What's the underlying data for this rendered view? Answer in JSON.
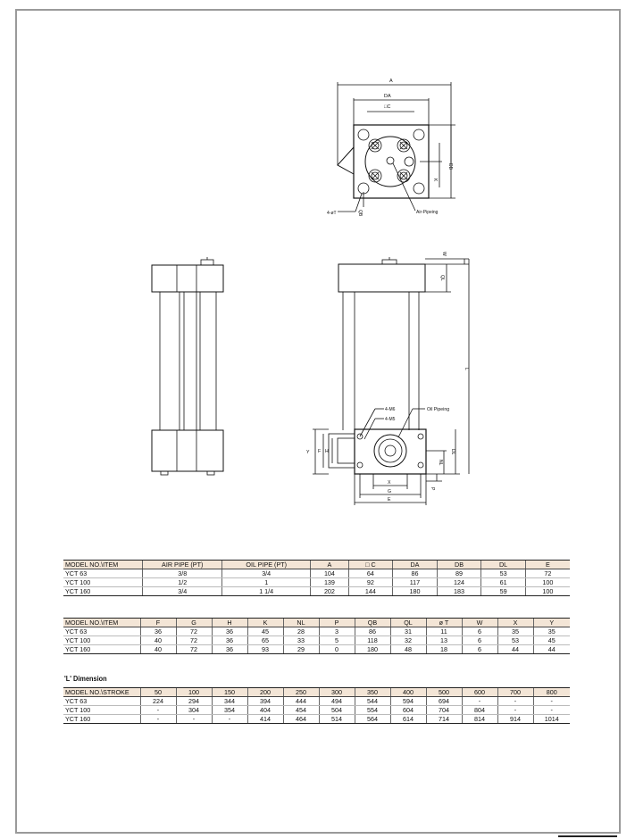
{
  "drawing": {
    "top_view": {
      "A": "A",
      "DA": "DA",
      "C": "□C",
      "DB": "DB",
      "K": "K",
      "QB": "QB",
      "T": "4-øT",
      "air": "Air-Pipeing"
    },
    "front_view": {
      "W": "W",
      "QL": "QL",
      "L": "L",
      "M6": "4-M6",
      "M5": "4-M5",
      "oil": "Oil Pipeing",
      "Y": "Y",
      "F": "F",
      "H": "H",
      "NL": "NL",
      "DL": "DL",
      "X": "X",
      "G": "G",
      "E": "E",
      "P": "P"
    }
  },
  "table1": {
    "headers": [
      "MODEL NO.\\ITEM",
      "AIR PIPE (PT)",
      "OIL PIPE (PT)",
      "A",
      "□ C",
      "DA",
      "DB",
      "DL",
      "E"
    ],
    "rows": [
      [
        "YCT 63",
        "3/8",
        "3/4",
        "104",
        "64",
        "86",
        "89",
        "53",
        "72"
      ],
      [
        "YCT 100",
        "1/2",
        "1",
        "139",
        "92",
        "117",
        "124",
        "61",
        "100"
      ],
      [
        "YCT 160",
        "3/4",
        "1 1/4",
        "202",
        "144",
        "180",
        "183",
        "59",
        "100"
      ]
    ]
  },
  "table2": {
    "headers": [
      "MODEL NO.\\ITEM",
      "F",
      "G",
      "H",
      "K",
      "NL",
      "P",
      "QB",
      "QL",
      "ø T",
      "W",
      "X",
      "Y"
    ],
    "rows": [
      [
        "YCT 63",
        "36",
        "72",
        "36",
        "45",
        "28",
        "3",
        "86",
        "31",
        "11",
        "6",
        "35",
        "35"
      ],
      [
        "YCT 100",
        "40",
        "72",
        "36",
        "65",
        "33",
        "5",
        "118",
        "32",
        "13",
        "6",
        "53",
        "45"
      ],
      [
        "YCT 160",
        "40",
        "72",
        "36",
        "93",
        "29",
        "0",
        "180",
        "48",
        "18",
        "6",
        "44",
        "44"
      ]
    ]
  },
  "section_title": "'L' Dimension",
  "table3": {
    "headers": [
      "MODEL NO.\\STROKE",
      "50",
      "100",
      "150",
      "200",
      "250",
      "300",
      "350",
      "400",
      "500",
      "600",
      "700",
      "800"
    ],
    "rows": [
      [
        "YCT 63",
        "224",
        "294",
        "344",
        "394",
        "444",
        "494",
        "544",
        "594",
        "694",
        "-",
        "-",
        "-"
      ],
      [
        "YCT 100",
        "-",
        "304",
        "354",
        "404",
        "454",
        "504",
        "554",
        "604",
        "704",
        "804",
        "-",
        "-"
      ],
      [
        "YCT 160",
        "-",
        "-",
        "-",
        "414",
        "464",
        "514",
        "564",
        "614",
        "714",
        "814",
        "914",
        "1014"
      ]
    ]
  }
}
